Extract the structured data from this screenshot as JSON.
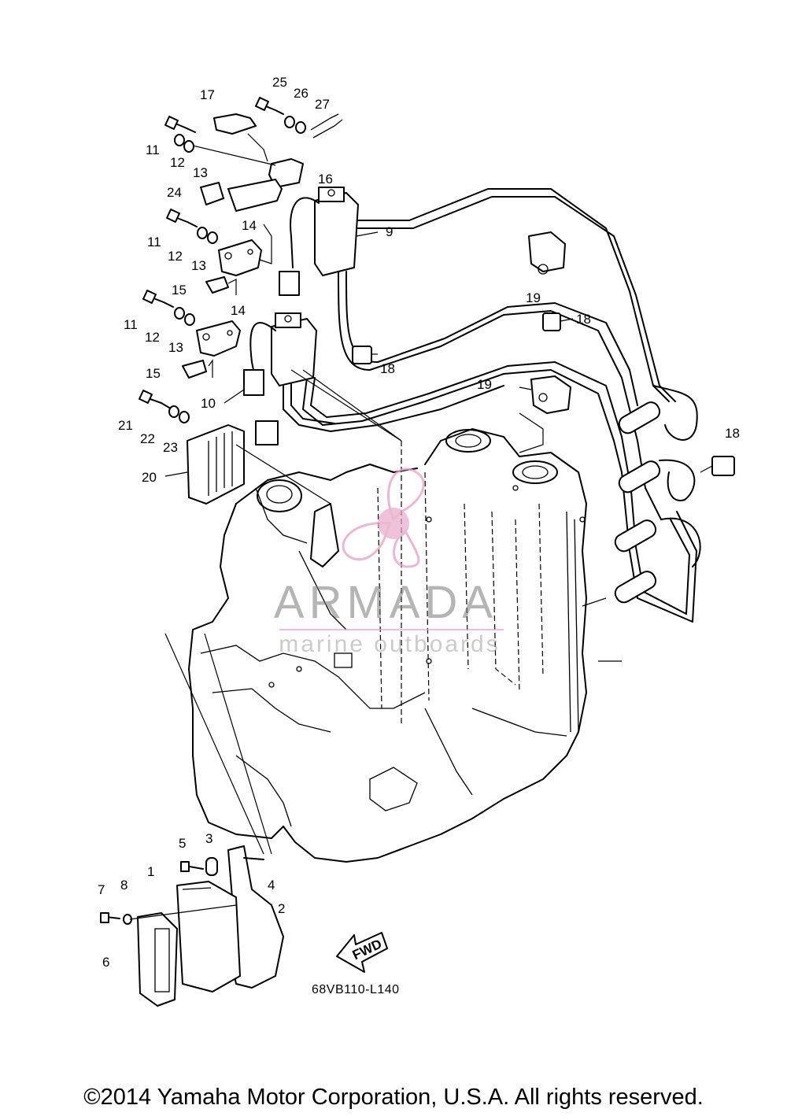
{
  "diagram": {
    "callouts": [
      {
        "id": "c1",
        "text": "1"
      },
      {
        "id": "c2",
        "text": "2"
      },
      {
        "id": "c3",
        "text": "3"
      },
      {
        "id": "c4",
        "text": "4"
      },
      {
        "id": "c5",
        "text": "5"
      },
      {
        "id": "c6",
        "text": "6"
      },
      {
        "id": "c7",
        "text": "7"
      },
      {
        "id": "c8",
        "text": "8"
      },
      {
        "id": "c9",
        "text": "9"
      },
      {
        "id": "c10",
        "text": "10"
      },
      {
        "id": "c11a",
        "text": "11"
      },
      {
        "id": "c12a",
        "text": "12"
      },
      {
        "id": "c13a",
        "text": "13"
      },
      {
        "id": "c11b",
        "text": "11"
      },
      {
        "id": "c12b",
        "text": "12"
      },
      {
        "id": "c13b",
        "text": "13"
      },
      {
        "id": "c11c",
        "text": "11"
      },
      {
        "id": "c12c",
        "text": "12"
      },
      {
        "id": "c13c",
        "text": "13"
      },
      {
        "id": "c14a",
        "text": "14"
      },
      {
        "id": "c14b",
        "text": "14"
      },
      {
        "id": "c15a",
        "text": "15"
      },
      {
        "id": "c15b",
        "text": "15"
      },
      {
        "id": "c16",
        "text": "16"
      },
      {
        "id": "c17",
        "text": "17"
      },
      {
        "id": "c18a",
        "text": "18"
      },
      {
        "id": "c18b",
        "text": "18"
      },
      {
        "id": "c18c",
        "text": "18"
      },
      {
        "id": "c19a",
        "text": "19"
      },
      {
        "id": "c19b",
        "text": "19"
      },
      {
        "id": "c20",
        "text": "20"
      },
      {
        "id": "c21",
        "text": "21"
      },
      {
        "id": "c22",
        "text": "22"
      },
      {
        "id": "c23",
        "text": "23"
      },
      {
        "id": "c24",
        "text": "24"
      },
      {
        "id": "c25",
        "text": "25"
      },
      {
        "id": "c26",
        "text": "26"
      },
      {
        "id": "c27",
        "text": "27"
      }
    ],
    "fwd_label": "FWD",
    "reference_code": "68VB110-L140"
  },
  "watermark": {
    "title": "ARMADA",
    "subtitle": "marine outboards",
    "accent_color": "#e8a6c8"
  },
  "footer": {
    "copyright": "©2014 Yamaha Motor Corporation, U.S.A. All rights reserved."
  }
}
